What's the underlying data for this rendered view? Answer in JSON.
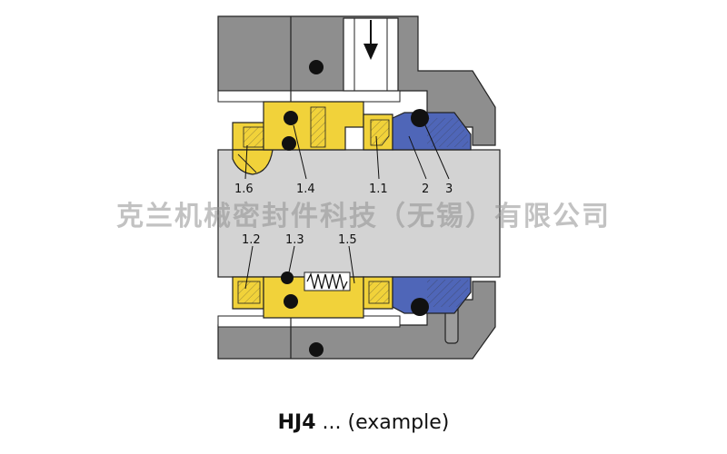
{
  "diagram": {
    "part_labels": [
      "1.6",
      "1.4",
      "1.1",
      "2",
      "3",
      "1.2",
      "1.3",
      "1.5"
    ],
    "watermark": "克兰机械密封件科技（无锡）有限公司",
    "caption_bold": "HJ4",
    "caption_rest": " ... (example)",
    "colors": {
      "housing": "#8e8e8e",
      "shaft": "#d3d3d3",
      "rotating_part": "#f1d23a",
      "seat": "#4f66b8",
      "oring": "#111111"
    }
  }
}
